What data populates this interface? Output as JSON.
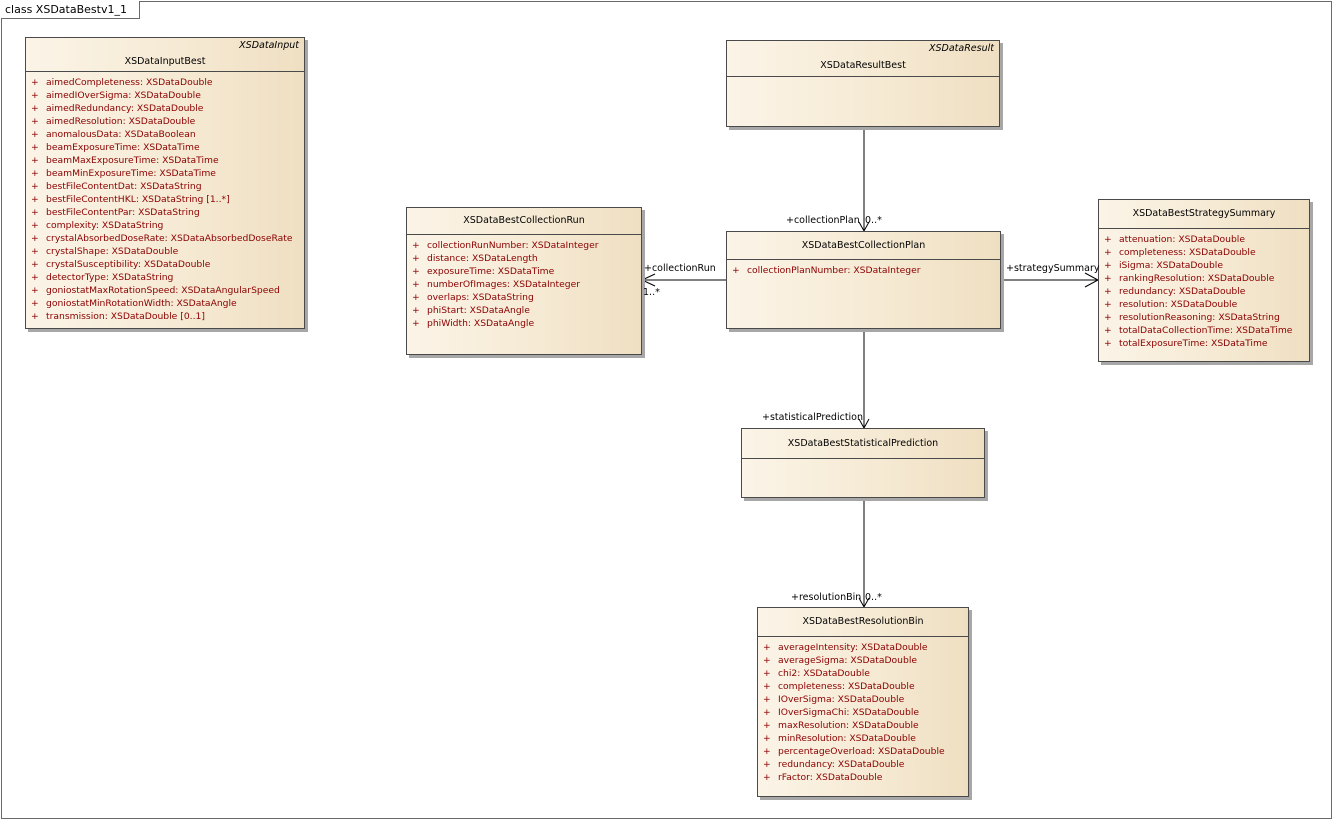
{
  "diagram": {
    "title": "class XSDataBestv1_1"
  },
  "classes": {
    "input": {
      "name": "XSDataInputBest",
      "stereotype": "XSDataInput",
      "attributes": [
        "aimedCompleteness:  XSDataDouble",
        "aimedIOverSigma:  XSDataDouble",
        "aimedRedundancy:  XSDataDouble",
        "aimedResolution:  XSDataDouble",
        "anomalousData:  XSDataBoolean",
        "beamExposureTime:  XSDataTime",
        "beamMaxExposureTime:  XSDataTime",
        "beamMinExposureTime:  XSDataTime",
        "bestFileContentDat:  XSDataString",
        "bestFileContentHKL:  XSDataString [1..*]",
        "bestFileContentPar:  XSDataString",
        "complexity:  XSDataString",
        "crystalAbsorbedDoseRate:  XSDataAbsorbedDoseRate",
        "crystalShape:  XSDataDouble",
        "crystalSusceptibility:  XSDataDouble",
        "detectorType:  XSDataString",
        "goniostatMaxRotationSpeed:  XSDataAngularSpeed",
        "goniostatMinRotationWidth:  XSDataAngle",
        "transmission:  XSDataDouble [0..1]"
      ]
    },
    "result": {
      "name": "XSDataResultBest",
      "stereotype": "XSDataResult",
      "attributes": []
    },
    "collectionRun": {
      "name": "XSDataBestCollectionRun",
      "attributes": [
        "collectionRunNumber:  XSDataInteger",
        "distance:  XSDataLength",
        "exposureTime:  XSDataTime",
        "numberOfImages:  XSDataInteger",
        "overlaps:  XSDataString",
        "phiStart:  XSDataAngle",
        "phiWidth:  XSDataAngle"
      ]
    },
    "collectionPlan": {
      "name": "XSDataBestCollectionPlan",
      "attributes": [
        "collectionPlanNumber:  XSDataInteger"
      ]
    },
    "strategySummary": {
      "name": "XSDataBestStrategySummary",
      "attributes": [
        "attenuation:  XSDataDouble",
        "completeness:  XSDataDouble",
        "iSigma:  XSDataDouble",
        "rankingResolution:  XSDataDouble",
        "redundancy:  XSDataDouble",
        "resolution:  XSDataDouble",
        "resolutionReasoning:  XSDataString",
        "totalDataCollectionTime:  XSDataTime",
        "totalExposureTime:  XSDataTime"
      ]
    },
    "statisticalPrediction": {
      "name": "XSDataBestStatisticalPrediction",
      "attributes": []
    },
    "resolutionBin": {
      "name": "XSDataBestResolutionBin",
      "attributes": [
        "averageIntensity:  XSDataDouble",
        "averageSigma:  XSDataDouble",
        "chi2:  XSDataDouble",
        "completeness:  XSDataDouble",
        "IOverSigma:  XSDataDouble",
        "IOverSigmaChi:  XSDataDouble",
        "maxResolution:  XSDataDouble",
        "minResolution:  XSDataDouble",
        "percentageOverload:  XSDataDouble",
        "redundancy:  XSDataDouble",
        "rFactor:  XSDataDouble"
      ]
    }
  },
  "visibility_symbol": "+",
  "associations": {
    "collectionPlan": {
      "role": "+collectionPlan",
      "multiplicity": "0..*"
    },
    "collectionRun": {
      "role": "+collectionRun",
      "multiplicity": "1..*"
    },
    "strategySummary": {
      "role": "+strategySummary"
    },
    "statisticalPrediction": {
      "role": "+statisticalPrediction"
    },
    "resolutionBin": {
      "role": "+resolutionBin",
      "multiplicity": "0..*"
    }
  },
  "colors": {
    "class_fill": "#f5e9d2",
    "attribute_text": "#8b0000",
    "border": "#4a4a4a",
    "shadow": "#a7a7a7"
  }
}
